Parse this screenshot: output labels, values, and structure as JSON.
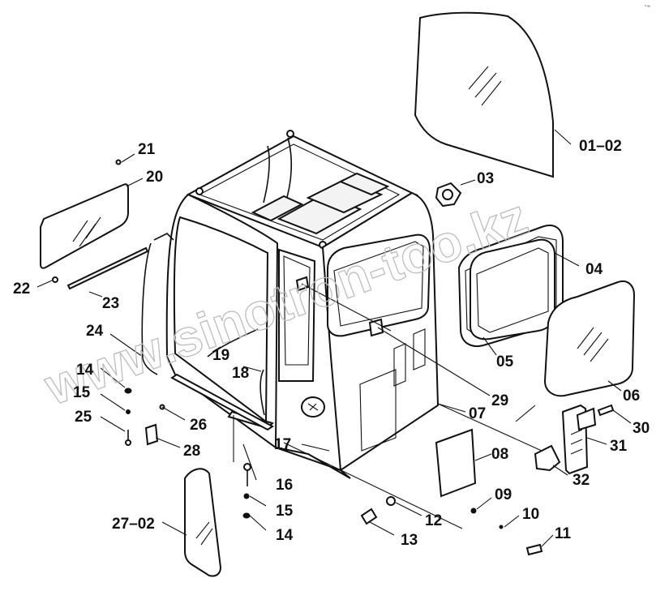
{
  "watermark": "www.sinotron-too.kz",
  "corner_mark": "°™",
  "labels": {
    "l0102": "01–02",
    "l03": "03",
    "l04": "04",
    "l05": "05",
    "l06": "06",
    "l07": "07",
    "l08": "08",
    "l09": "09",
    "l10": "10",
    "l11": "11",
    "l12": "12",
    "l13": "13",
    "l14a": "14",
    "l14b": "14",
    "l15a": "15",
    "l15b": "15",
    "l16": "16",
    "l17": "17",
    "l18": "18",
    "l19": "19",
    "l20": "20",
    "l21": "21",
    "l22": "22",
    "l23": "23",
    "l24": "24",
    "l25": "25",
    "l26": "26",
    "l2702": "27–02",
    "l28": "28",
    "l29": "29",
    "l30": "30",
    "l31": "31",
    "l32": "32"
  }
}
